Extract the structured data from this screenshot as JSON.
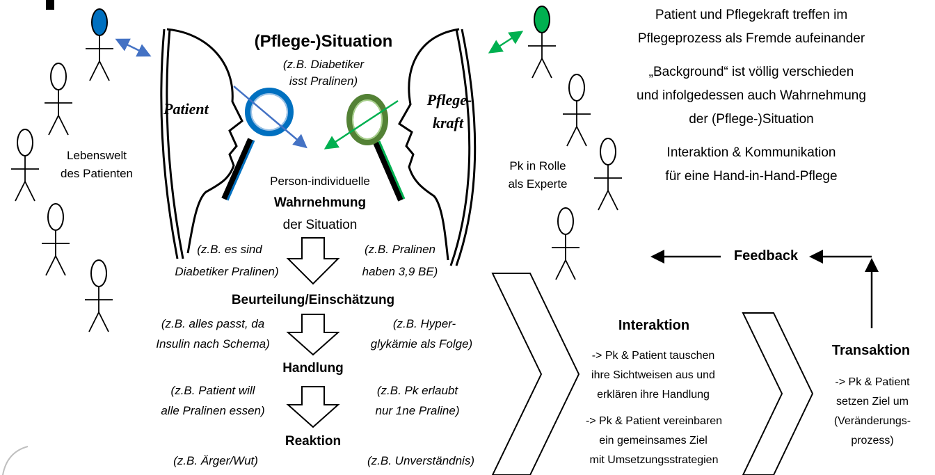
{
  "situation": {
    "title": "(Pflege-)Situation",
    "example_line1": "(z.B. Diabetiker",
    "example_line2": "isst Pralinen)"
  },
  "roles": {
    "patient": "Patient",
    "nurse_line1": "Pflege-",
    "nurse_line2": "kraft"
  },
  "left_world": {
    "line1": "Lebenswelt",
    "line2": "des Patienten"
  },
  "right_world": {
    "line1": "Pk in Rolle",
    "line2": "als Experte"
  },
  "notes": {
    "n1_line1": "Patient und Pflegekraft treffen im",
    "n1_line2": "Pflegeprozess als Fremde aufeinander",
    "n2_line1": "„Background“ ist völlig verschieden",
    "n2_line2": "und infolgedessen auch Wahrnehmung",
    "n2_line3": "der (Pflege-)Situation",
    "n3_line1": "Interaktion & Kommunikation",
    "n3_line2": "für eine Hand-in-Hand-Pflege"
  },
  "perception": {
    "line1": "Person-individuelle",
    "line2": "Wahrnehmung",
    "line3": "der Situation"
  },
  "stages": {
    "perception_left_1": "(z.B. es sind",
    "perception_left_2": "Diabetiker Pralinen)",
    "perception_right_1": "(z.B. Pralinen",
    "perception_right_2": "haben 3,9 BE)",
    "assessment": "Beurteilung/Einschätzung",
    "assessment_left_1": "(z.B. alles passt, da",
    "assessment_left_2": "Insulin nach Schema)",
    "assessment_right_1": "(z.B. Hyper-",
    "assessment_right_2": "glykämie als Folge)",
    "action": "Handlung",
    "action_left_1": "(z.B. Patient will",
    "action_left_2": "alle Pralinen essen)",
    "action_right_1": "(z.B. Pk erlaubt",
    "action_right_2": "nur 1ne Praline)",
    "reaction": "Reaktion",
    "reaction_left": "(z.B. Ärger/Wut)",
    "reaction_right": "(z.B. Unverständnis)"
  },
  "interaction": {
    "title": "Interaktion",
    "l1": "-> Pk & Patient tauschen",
    "l2": "ihre Sichtweisen aus und",
    "l3": "erklären ihre Handlung",
    "l4": "-> Pk & Patient vereinbaren",
    "l5": "ein gemeinsames Ziel",
    "l6": "mit Umsetzungsstrategien"
  },
  "transaction": {
    "title": "Transaktion",
    "l1": "-> Pk & Patient",
    "l2": "setzen Ziel um",
    "l3": "(Veränderungs-",
    "l4": "prozess)"
  },
  "feedback": "Feedback",
  "colors": {
    "patient_blue": "#0070c0",
    "patient_arrow": "#4472c4",
    "nurse_green": "#00b050",
    "lens_green": "#538135"
  }
}
